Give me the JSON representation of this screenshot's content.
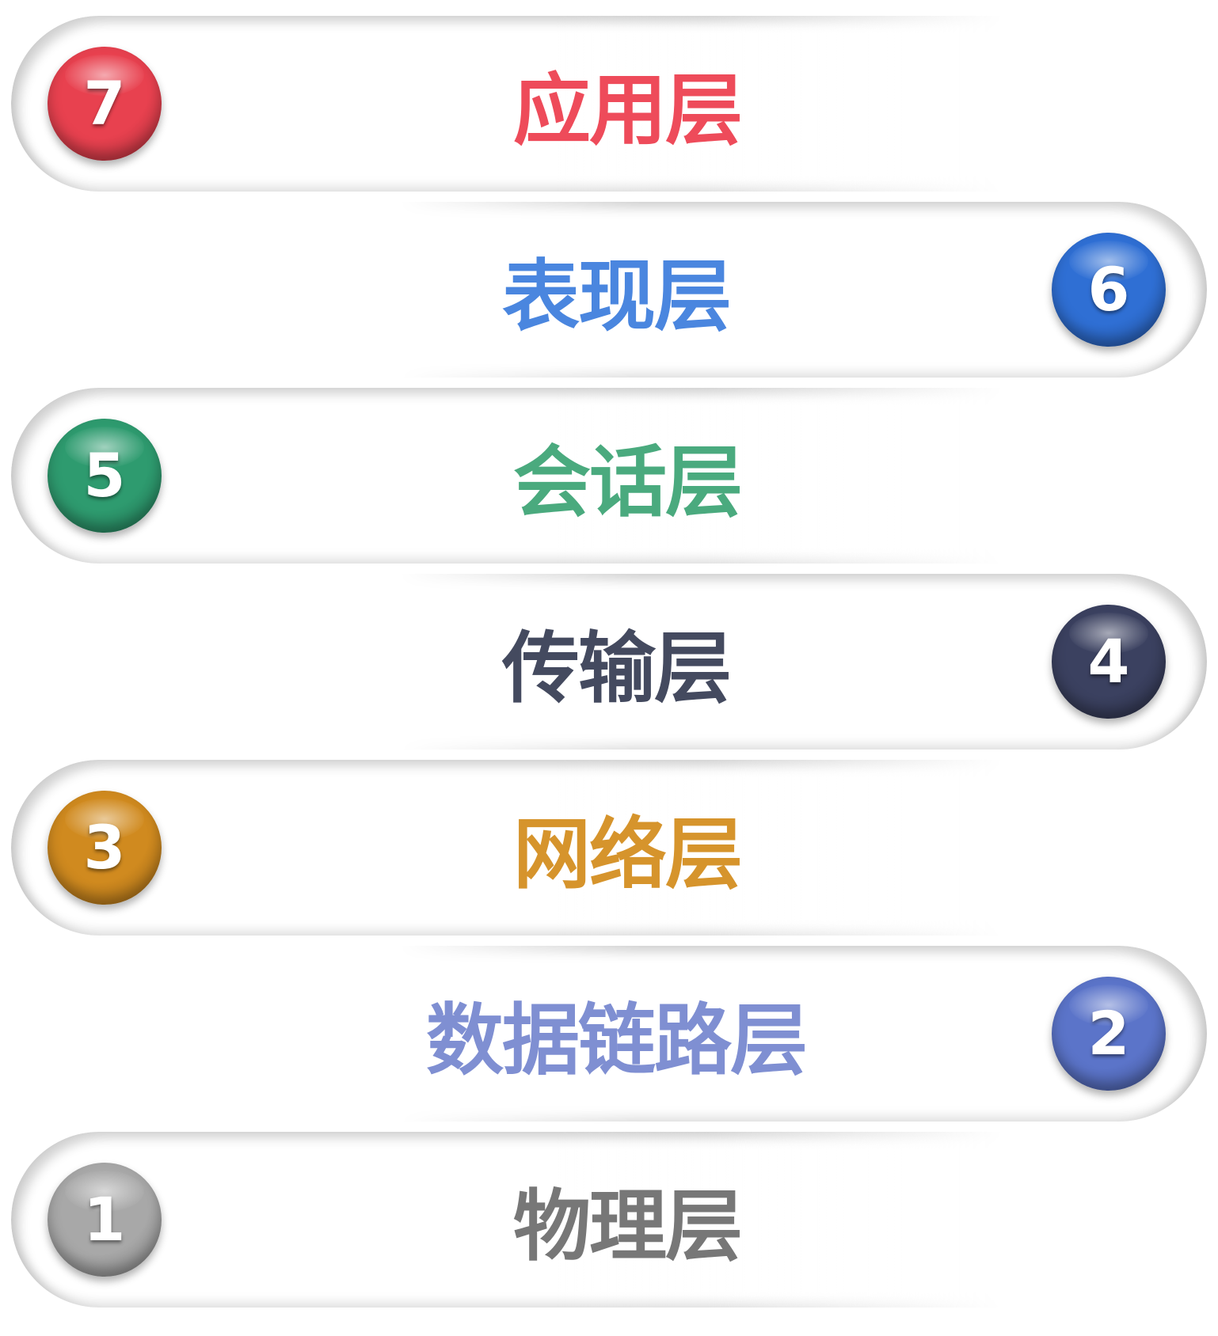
{
  "layers": [
    {
      "number": "7",
      "name": "应用层",
      "side": "left",
      "color": "#ee4b5a",
      "badge_color": "#e8414f"
    },
    {
      "number": "6",
      "name": "表现层",
      "side": "right",
      "color": "#4a86df",
      "badge_color": "#2f6fd4"
    },
    {
      "number": "5",
      "name": "会话层",
      "side": "left",
      "color": "#4aaa7e",
      "badge_color": "#2e9b6f"
    },
    {
      "number": "4",
      "name": "传输层",
      "side": "right",
      "color": "#444a5f",
      "badge_color": "#3b4160"
    },
    {
      "number": "3",
      "name": "网络层",
      "side": "left",
      "color": "#d6942c",
      "badge_color": "#d08a1f"
    },
    {
      "number": "2",
      "name": "数据链路层",
      "side": "right",
      "color": "#7f8fd2",
      "badge_color": "#5b74c9"
    },
    {
      "number": "1",
      "name": "物理层",
      "side": "left",
      "color": "#777777",
      "badge_color": "#a8a8a8"
    }
  ]
}
